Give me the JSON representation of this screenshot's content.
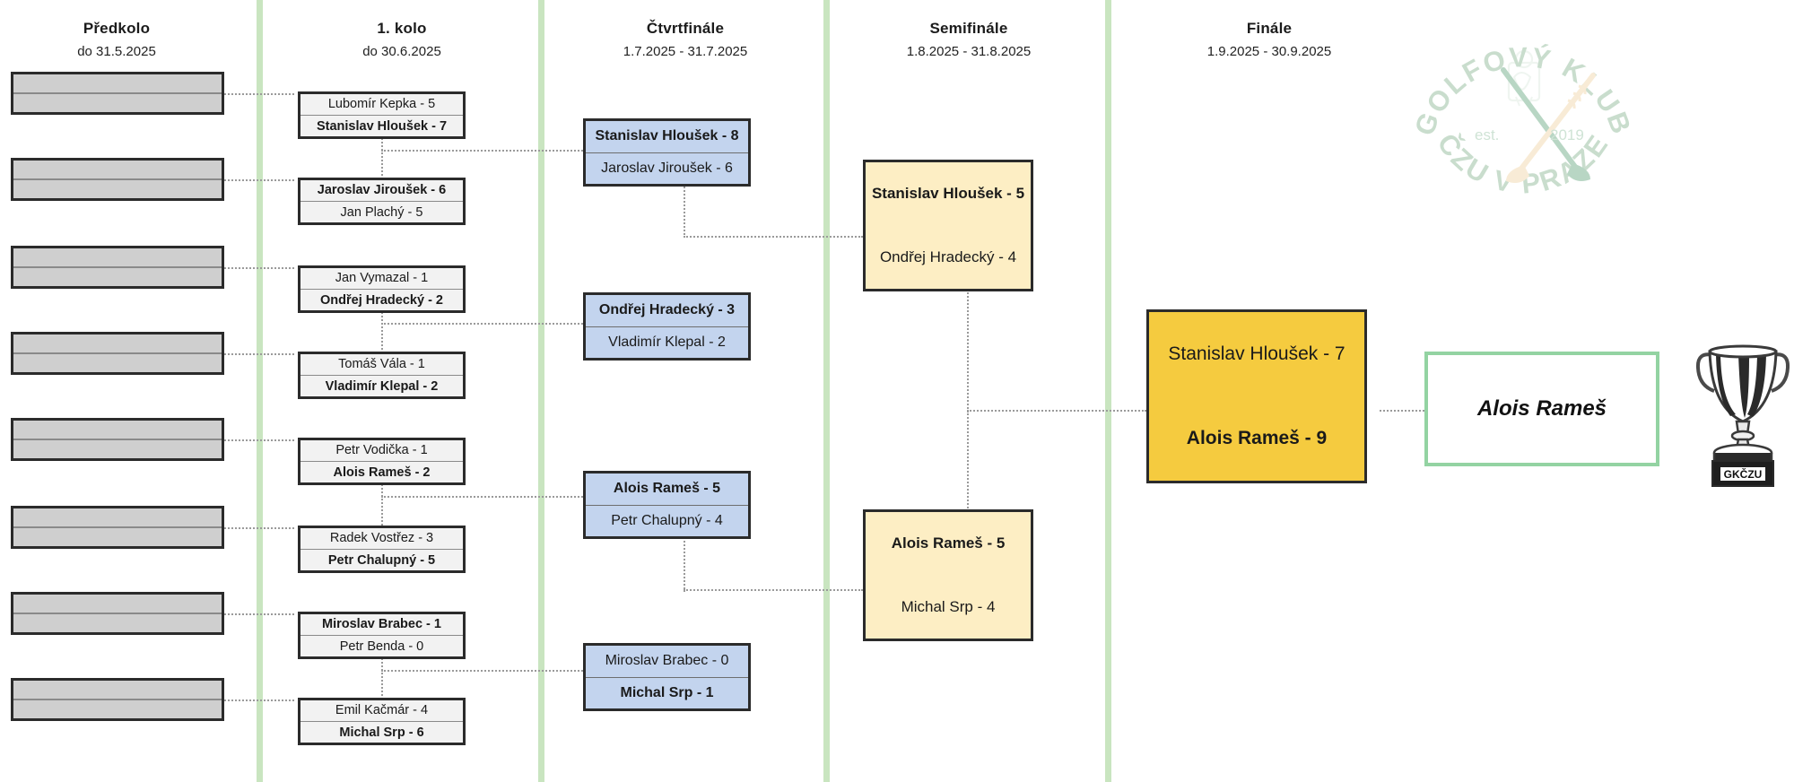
{
  "meta": {
    "title": "Golfový klub ČZU v Praze – Match Play pavouk 2025",
    "colors": {
      "separator_green": "#c9e5c0",
      "round1_fill": "#f2f2f2",
      "prebox_fill": "#cfcfcf",
      "quarterfinal_fill": "#c3d4ee",
      "semifinal_fill": "#fdeec4",
      "final_fill": "#f5cb3f",
      "winner_border": "#93d3a2",
      "box_border": "#2b2b2b",
      "connector": "#9a9a9a"
    }
  },
  "columns": [
    {
      "title": "Předkolo",
      "date": "do 31.5.2025"
    },
    {
      "title": "1. kolo",
      "date": "do 30.6.2025"
    },
    {
      "title": "Čtvrtfinále",
      "date": "1.7.2025 - 31.7.2025"
    },
    {
      "title": "Semifinále",
      "date": "1.8.2025 - 31.8.2025"
    },
    {
      "title": "Finále",
      "date": "1.9.2025 - 30.9.2025"
    }
  ],
  "prekolo": {
    "count": 8,
    "slots": [
      "",
      "",
      "",
      "",
      "",
      "",
      "",
      "",
      "",
      "",
      "",
      "",
      "",
      "",
      "",
      ""
    ]
  },
  "round1": {
    "matches": [
      {
        "top": "Lubomír Kepka - 5",
        "bottom": "Stanislav Hloušek - 7",
        "winner": "bottom"
      },
      {
        "top": "Jaroslav Jiroušek - 6",
        "bottom": "Jan Plachý - 5",
        "winner": "top"
      },
      {
        "top": "Jan Vymazal - 1",
        "bottom": "Ondřej Hradecký - 2",
        "winner": "bottom"
      },
      {
        "top": "Tomáš Vála - 1",
        "bottom": "Vladimír  Klepal - 2",
        "winner": "bottom"
      },
      {
        "top": "Petr Vodička - 1",
        "bottom": "Alois Rameš - 2",
        "winner": "bottom"
      },
      {
        "top": "Radek Vostřez - 3",
        "bottom": "Petr Chalupný - 5",
        "winner": "bottom"
      },
      {
        "top": "Miroslav Brabec - 1",
        "bottom": "Petr Benda - 0",
        "winner": "top"
      },
      {
        "top": "Emil Kačmár - 4",
        "bottom": "Michal Srp - 6",
        "winner": "bottom"
      }
    ]
  },
  "quarterfinals": {
    "matches": [
      {
        "top": "Stanislav Hloušek - 8",
        "bottom": "Jaroslav Jiroušek - 6",
        "winner": "top"
      },
      {
        "top": "Ondřej Hradecký - 3",
        "bottom": "Vladimír  Klepal - 2",
        "winner": "top"
      },
      {
        "top": "Alois Rameš - 5",
        "bottom": "Petr Chalupný - 4",
        "winner": "top"
      },
      {
        "top": "Miroslav Brabec - 0",
        "bottom": "Michal Srp - 1",
        "winner": "bottom"
      }
    ]
  },
  "semifinals": {
    "matches": [
      {
        "top": "Stanislav Hloušek - 5",
        "bottom": "Ondřej Hradecký - 4",
        "winner": "top"
      },
      {
        "top": "Alois Rameš - 5",
        "bottom": "Michal Srp - 4",
        "winner": "top"
      }
    ]
  },
  "final": {
    "match": {
      "top": "Stanislav Hloušek - 7",
      "bottom": "Alois Rameš - 9",
      "winner": "bottom"
    }
  },
  "winner": {
    "name": "Alois Rameš"
  },
  "logo": {
    "arc_top": "GOLFOVÝ KLUB",
    "arc_bottom": "ČZU V PRAZE",
    "est_label": "est.",
    "est_year": "2019"
  },
  "trophy": {
    "plate_text": "GKČZU"
  }
}
